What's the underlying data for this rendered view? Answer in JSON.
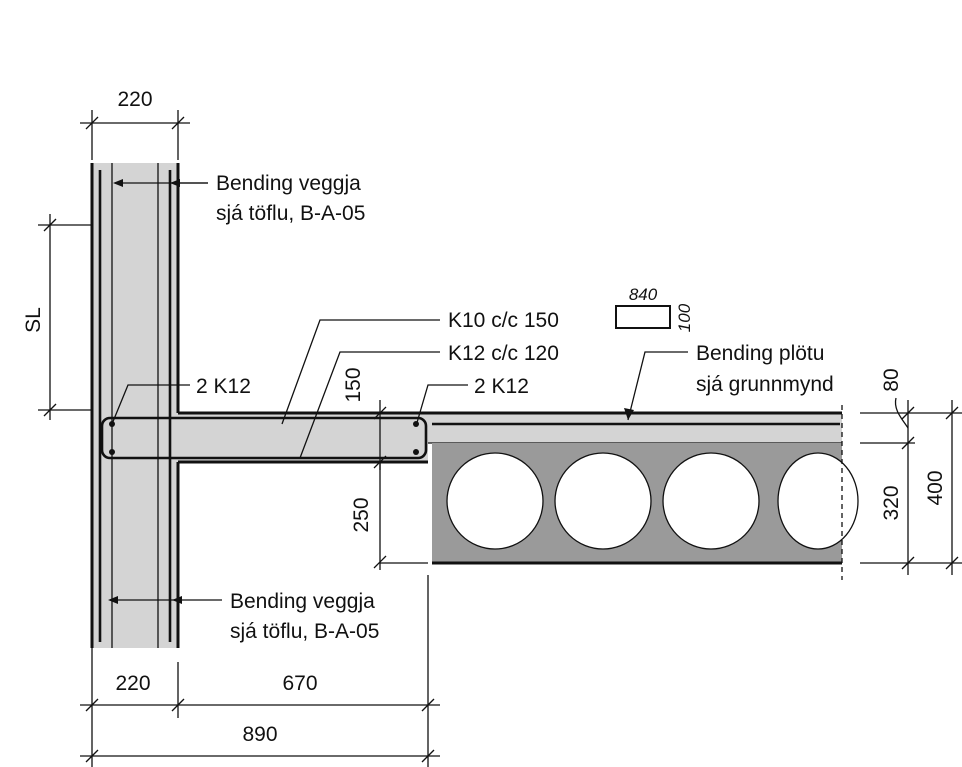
{
  "dimensions": {
    "wall_top_width": "220",
    "wall_bottom_width": "220",
    "slab_extension": "670",
    "total_width": "890",
    "sl_label": "SL",
    "beam_height": "150",
    "slab_thickness_total": "400",
    "hollowcore_height": "320",
    "topping": "80",
    "support_depth": "250"
  },
  "annotations": {
    "bending_top_line1": "Bending veggja",
    "bending_top_line2": "sjá töflu,  B-A-05",
    "bending_bottom_line1": "Bending veggja",
    "bending_bottom_line2": "sjá töflu,  B-A-05",
    "k10": "K10 c/c 150",
    "k12_cc": "K12 c/c 120",
    "two_k12_left": "2 K12",
    "two_k12_right": "2 K12",
    "bending_plotu_line1": "Bending plötu",
    "bending_plotu_line2": "sjá grunnmynd"
  },
  "section_box": {
    "width": "840",
    "height": "100"
  }
}
